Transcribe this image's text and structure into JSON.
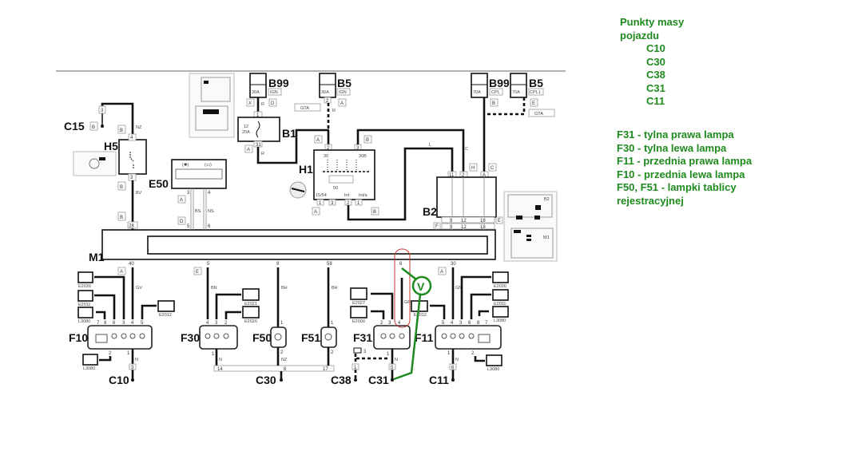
{
  "legend": {
    "ground_title_1": "Punkty masy",
    "ground_title_2": "pojazdu",
    "ground_points": [
      "C10",
      "C30",
      "C38",
      "C31",
      "C11"
    ],
    "components": [
      "F31 - tylna prawa lampa",
      "F30 - tylna lewa lampa",
      "F11 - przednia prawa lampa",
      "F10 - przednia lewa lampa",
      "F50, F51 - lampki tablicy",
      "rejestracyjnej"
    ],
    "text_color": "#1e8a1e"
  },
  "components": {
    "c15": "C15",
    "h5": "H5",
    "b99": "B99",
    "b5": "B5",
    "b1": "B1",
    "h1": "H1",
    "e50": "E50",
    "b2": "B2",
    "b99b": "B99",
    "b5b": "B5",
    "m1": "M1",
    "m1_inset": "M1",
    "b2_inset": "B2",
    "f10": "F10",
    "f30": "F30",
    "f50": "F50",
    "f51": "F51",
    "f31": "F31",
    "f11": "F11",
    "c10": "C10",
    "c30": "C30",
    "c38": "C38",
    "c31": "C31",
    "c11": "C11"
  },
  "fuses": {
    "b99": {
      "rating": "30A",
      "tag": "IGN"
    },
    "b5": {
      "rating": "30A",
      "tag": "IGN"
    },
    "b99b": {
      "rating": "70A",
      "tag": "CPL"
    },
    "b5b": {
      "rating": "70A",
      "tag": "CPL1"
    },
    "b1_fuse": "12",
    "b1_rating": "20A"
  },
  "gta": "GTA",
  "connectors": {
    "c15_pin": "3",
    "c15_tag": "B",
    "h5_top": "4",
    "h5_bottom": "3",
    "h5_tag1": "B",
    "h5_tag2": "B",
    "h5_tag3": "B",
    "m1_28": "28",
    "b99_x": "X",
    "b99_d": "D",
    "b1_in": "1",
    "b1_out": "31",
    "b1_a": "A",
    "b5_pin": "2",
    "b5_a": "A",
    "h1_a": "A",
    "h1_in": "2",
    "h1_b": "B",
    "h1_b_pin": "3",
    "h1_30": "30",
    "h1_30b": "30B",
    "h1_15": "15/54",
    "h1_50": "50",
    "h1_int": "Int",
    "h1_inta": "Int/a",
    "h1_p1": "1",
    "h1_p3": "3",
    "h1_p2": "2",
    "h1_p1b": "1",
    "h1_a2": "A",
    "h1_b2": "B",
    "e50_3": "3",
    "e50_4": "4",
    "e50_a": "A",
    "e50_d": "D",
    "m1_5": "5",
    "m1_6": "6",
    "b2_11": "11",
    "b2_2": "2",
    "b2_a": "A",
    "b2_h": "H",
    "b2_c": "C",
    "b99b_b": "B",
    "b5b_e": "E",
    "b2_9": "9",
    "b2_12": "12",
    "b2_18": "18",
    "b2_f": "F",
    "b2_e": "E",
    "m1_40": "40",
    "m1_a": "A",
    "m1_5b": "5",
    "m1_e": "E",
    "m1_9": "9",
    "m1_58": "58",
    "m1_6b": "6",
    "m1_30": "30",
    "m1_a2": "A",
    "f10_pins": [
      "7",
      "8",
      "6",
      "3",
      "4",
      "5"
    ],
    "f10_bottom": [
      "2",
      "1"
    ],
    "c10_pin": "3",
    "f30_pins": [
      "4",
      "3",
      "2"
    ],
    "f30_bottom": "1",
    "f50_top": "1",
    "f50_bottom": "2",
    "f51_top": "1",
    "f51_bottom": "2",
    "f31_pins": [
      "2",
      "3",
      "4"
    ],
    "f31_bottom": "1",
    "c31_pin": "5",
    "c38_pin": "1",
    "f11_pins": [
      "5",
      "4",
      "3",
      "6",
      "8",
      "7"
    ],
    "f11_bottom": [
      "1",
      "2"
    ],
    "c11_pin": "6",
    "bus_14": "14",
    "bus_8": "8",
    "bus_17": "17",
    "c38_code": "3"
  },
  "wire_codes": {
    "nz": "NZ",
    "bv": "BV",
    "r1": "R",
    "r2": "R",
    "r3": "R",
    "l": "L",
    "c": "C",
    "bs": "BS",
    "ns": "NS",
    "gv": "GV",
    "bn": "BN",
    "bh": "BH",
    "bh2": "BH",
    "gr": "GR",
    "gn": "GN",
    "n1": "N",
    "n2": "N",
    "n3": "N",
    "n4": "N",
    "nz2": "NZ"
  },
  "lamps": {
    "e2030": "E2030",
    "e2011": "E2011",
    "l3080": "L3080",
    "e2012": "E2012",
    "l3080b": "L3080",
    "e2021": "E2021",
    "e2020": "E2020",
    "e2027": "E2027",
    "e2000": "E2000",
    "e2012b": "E2012",
    "e2030b": "E2030",
    "e2011b": "E2011",
    "l3080c": "L3080",
    "l3080d": "L3080"
  },
  "meter": {
    "symbol": "V",
    "color": "#1e8a1e",
    "highlight_color": "#c0392b"
  }
}
